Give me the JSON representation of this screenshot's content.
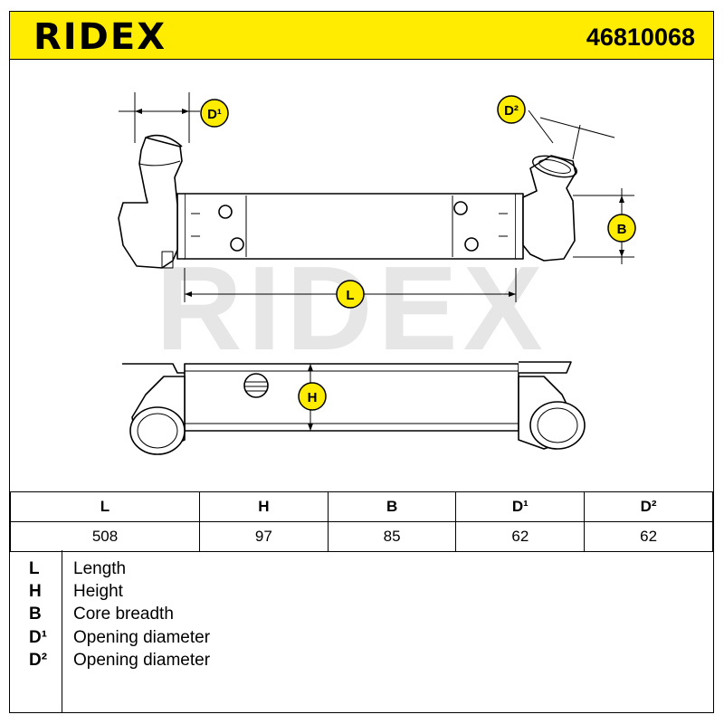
{
  "header": {
    "brand": "RIDEX",
    "part_number": "46810068"
  },
  "drawing": {
    "watermark": "RIDEX",
    "labels": {
      "d1": "D¹",
      "d2": "D²",
      "b": "B",
      "l": "L",
      "h": "H"
    },
    "colors": {
      "label_fill": "#ffec00",
      "watermark": "#e6e6e6"
    }
  },
  "table": {
    "headers": [
      "L",
      "H",
      "B",
      "D¹",
      "D²"
    ],
    "values": [
      "508",
      "97",
      "85",
      "62",
      "62"
    ]
  },
  "legend": [
    {
      "symbol": "L",
      "text": "Length"
    },
    {
      "symbol": "H",
      "text": "Height"
    },
    {
      "symbol": "B",
      "text": "Core breadth"
    },
    {
      "symbol": "D¹",
      "text": "Opening diameter"
    },
    {
      "symbol": "D²",
      "text": "Opening diameter"
    }
  ]
}
